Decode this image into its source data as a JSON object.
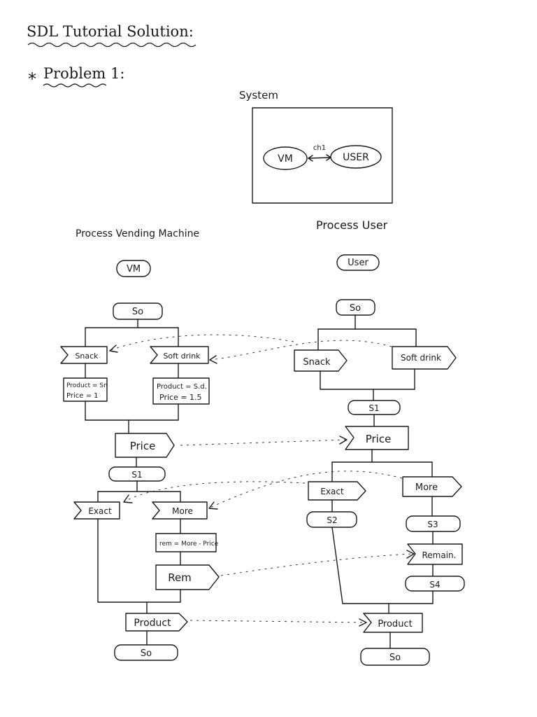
{
  "title": "SDL Tutorial Solution:",
  "problem": {
    "bullet": "*",
    "label": "Problem 1:"
  },
  "system": {
    "label": "System",
    "block_vm": "VM",
    "block_user": "USER",
    "channel": "ch1"
  },
  "vending_machine": {
    "heading": "Process Vending Machine",
    "name": "VM",
    "start_state": "So",
    "input_snack": "Snack",
    "input_softdrink": "Soft drink",
    "task_snack_1": "Product = Sn",
    "task_snack_2": "Price = 1",
    "task_softdrink_1": "Product = S.d.",
    "task_softdrink_2": "Price = 1.5",
    "output_price": "Price",
    "state_s1": "S1",
    "input_exact": "Exact",
    "input_more": "More",
    "task_rem": "rem = More - Price",
    "output_rem": "Rem",
    "output_product": "Product",
    "end_state": "So"
  },
  "user": {
    "heading": "Process User",
    "name": "User",
    "start_state": "So",
    "output_snack": "Snack",
    "output_softdrink": "Soft drink",
    "state_s1": "S1",
    "input_price": "Price",
    "output_exact": "Exact",
    "output_more": "More",
    "state_s2": "S2",
    "state_s3": "S3",
    "input_remain": "Remain.",
    "state_s4": "S4",
    "input_product": "Product",
    "end_state": "So"
  }
}
